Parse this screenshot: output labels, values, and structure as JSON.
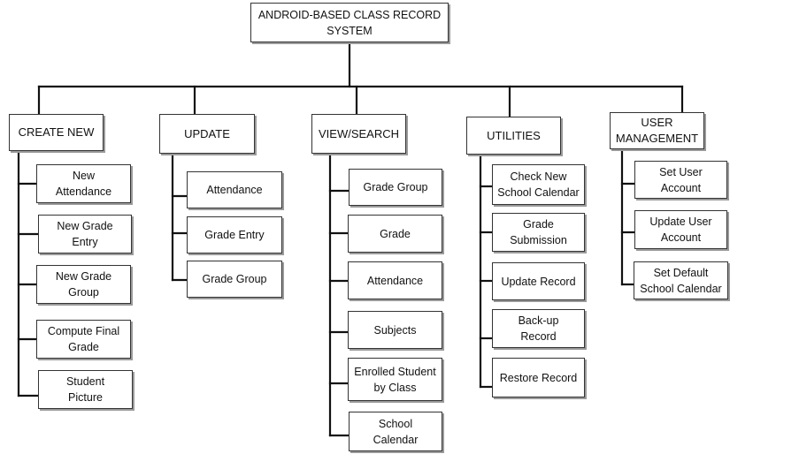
{
  "diagram": {
    "root": "ANDROID-BASED CLASS RECORD\nSYSTEM",
    "categories": [
      {
        "label": "CREATE NEW",
        "items": [
          "New\nAttendance",
          "New Grade\nEntry",
          "New Grade\nGroup",
          "Compute Final\nGrade",
          "Student\nPicture"
        ]
      },
      {
        "label": "UPDATE",
        "items": [
          "Attendance",
          "Grade Entry",
          "Grade Group"
        ]
      },
      {
        "label": "VIEW/SEARCH",
        "items": [
          "Grade Group",
          "Grade",
          "Attendance",
          "Subjects",
          "Enrolled Student\nby Class",
          "School\nCalendar"
        ]
      },
      {
        "label": "UTILITIES",
        "items": [
          "Check New\nSchool Calendar",
          "Grade\nSubmission",
          "Update Record",
          "Back-up\nRecord",
          "Restore Record"
        ]
      },
      {
        "label": "USER\nMANAGEMENT",
        "items": [
          "Set User\nAccount",
          "Update User\nAccount",
          "Set Default\nSchool Calendar"
        ]
      }
    ]
  }
}
